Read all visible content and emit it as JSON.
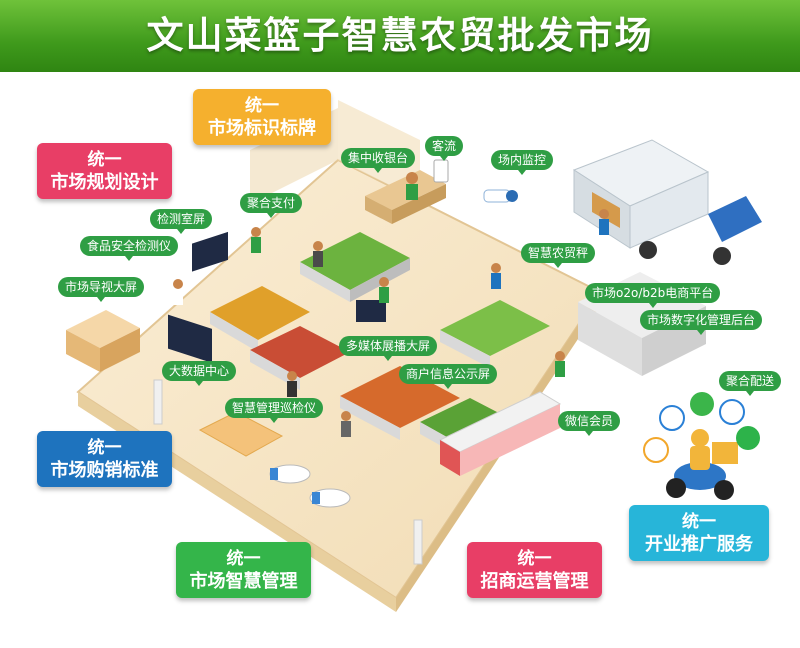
{
  "title": "文山菜篮子智慧农贸批发市场",
  "cards": [
    {
      "id": "marking",
      "line1": "统一",
      "line2": "市场标识标牌",
      "color": "#f5b02e"
    },
    {
      "id": "planning",
      "line1": "统一",
      "line2": "市场规划设计",
      "color": "#e83e66"
    },
    {
      "id": "purchase",
      "line1": "统一",
      "line2": "市场购销标准",
      "color": "#1e73be"
    },
    {
      "id": "smart",
      "line1": "统一",
      "line2": "市场智慧管理",
      "color": "#34b54a"
    },
    {
      "id": "investment",
      "line1": "统一",
      "line2": "招商运营管理",
      "color": "#e83e66"
    },
    {
      "id": "promotion",
      "line1": "统一",
      "line2": "开业推广服务",
      "color": "#27b5d9"
    }
  ],
  "tags": [
    {
      "id": "checkout",
      "label": "集中收银台"
    },
    {
      "id": "traffic",
      "label": "客流"
    },
    {
      "id": "monitor",
      "label": "场内监控"
    },
    {
      "id": "payment",
      "label": "聚合支付"
    },
    {
      "id": "lab-screen",
      "label": "检测室屏"
    },
    {
      "id": "food-test",
      "label": "食品安全检测仪"
    },
    {
      "id": "scale",
      "label": "智慧农贸秤"
    },
    {
      "id": "guide-screen",
      "label": "市场导视大屏"
    },
    {
      "id": "ecommerce",
      "label": "市场o2o/b2b电商平台"
    },
    {
      "id": "backend",
      "label": "市场数字化管理后台"
    },
    {
      "id": "media-screen",
      "label": "多媒体展播大屏"
    },
    {
      "id": "bigdata",
      "label": "大数据中心"
    },
    {
      "id": "merchant-screen",
      "label": "商户信息公示屏"
    },
    {
      "id": "delivery",
      "label": "聚合配送"
    },
    {
      "id": "inspector",
      "label": "智慧管理巡检仪"
    },
    {
      "id": "wechat",
      "label": "微信会员"
    }
  ],
  "colors": {
    "banner": "#3f9a1c",
    "tag": "#2f9e44",
    "floor": "#f6e6c8"
  }
}
